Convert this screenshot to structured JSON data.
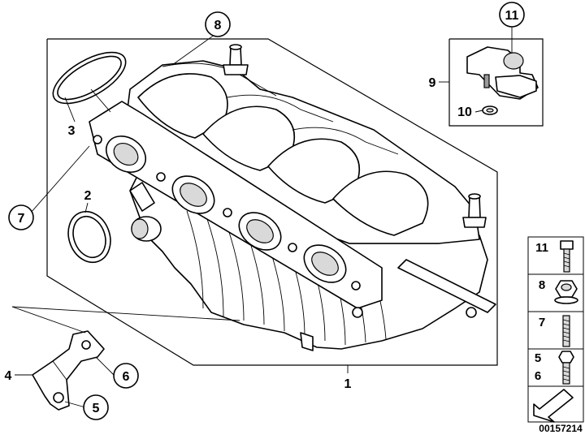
{
  "diagram_id": "00157214",
  "callouts": {
    "c1": "1",
    "c2": "2",
    "c3": "3",
    "c4": "4",
    "c5": "5",
    "c6": "6",
    "c7": "7",
    "c8": "8",
    "c9": "9",
    "c10": "10",
    "c11": "11"
  },
  "legend": {
    "row1": "11",
    "row2": "8",
    "row3": "7",
    "row4a": "5",
    "row4b": "6"
  }
}
